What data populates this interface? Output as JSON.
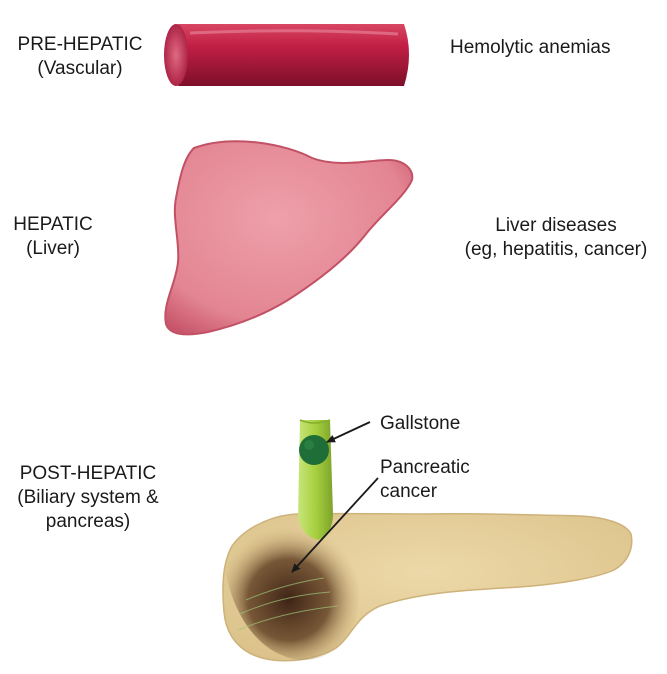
{
  "sections": [
    {
      "id": "pre",
      "stage": [
        "PRE-HEPATIC",
        "(Vascular)"
      ],
      "cause": [
        "Hemolytic anemias"
      ],
      "image": "blood-vessel-illustration"
    },
    {
      "id": "hep",
      "stage": [
        "HEPATIC",
        "(Liver)"
      ],
      "cause": [
        "Liver diseases",
        "(eg, hepatitis, cancer)"
      ],
      "image": "liver-illustration"
    },
    {
      "id": "post",
      "stage": [
        "POST-HEPATIC",
        "(Biliary system &",
        "pancreas)"
      ],
      "image": "pancreas-bile-duct-illustration"
    }
  ],
  "callouts": {
    "gallstone": [
      "Gallstone"
    ],
    "pancreatic_cancer": [
      "Pancreatic",
      "cancer"
    ]
  },
  "colors": {
    "vessel": "#b8143a",
    "liver": "#e07f8c",
    "duct": "#a8d040",
    "gallstone": "#1f6e37",
    "pancreas": "#e3cc96",
    "tumor": "#4a2d1f"
  }
}
